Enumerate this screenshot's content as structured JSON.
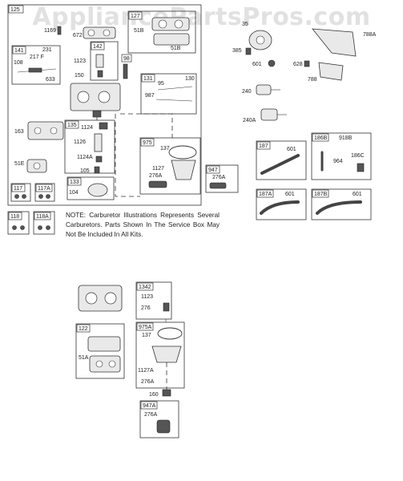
{
  "watermark": "AppliancePartsPros.com",
  "note": "NOTE: Carburetor Illustrations Represents Several Carburetors. Parts Shown In The Service Box May Not Be Included In All Kits.",
  "labels": {
    "l125": "125",
    "l1169": "1169",
    "l672": "672",
    "l127": "127",
    "l51B_a": "51B",
    "l51B_b": "51B",
    "l141": "141",
    "l231": "231",
    "l217F": "217 F",
    "l108": "108",
    "l633": "633",
    "l142": "142",
    "l1123": "1123",
    "l150": "150",
    "l98": "98",
    "l131": "131",
    "l95": "95",
    "l130": "130",
    "l987": "987",
    "l163": "163",
    "l135": "135",
    "l1124": "1124",
    "l1126": "1126",
    "l1124A": "1124A",
    "l51E": "51E",
    "l105": "105",
    "l133": "133",
    "l104": "104",
    "l975": "975",
    "l137": "137",
    "l1127": "1127",
    "l276A": "276A",
    "l947": "947",
    "l276A_b": "276A",
    "l117": "117",
    "l117A": "117A",
    "l118": "118",
    "l118A": "118A",
    "l35": "35",
    "l788A": "788A",
    "l385": "385",
    "l601": "601",
    "l628": "628",
    "l788": "788",
    "l240": "240",
    "l240A": "240A",
    "l187": "187",
    "l601_b": "601",
    "l186B": "186B",
    "l918B": "918B",
    "l964": "964",
    "l186C": "186C",
    "l187A": "187A",
    "l601_c": "601",
    "l187B": "187B",
    "l601_d": "601",
    "l1342": "1342",
    "l1123_b": "1123",
    "l276": "276",
    "l122": "122",
    "l51A": "51A",
    "l975A": "975A",
    "l137_b": "137",
    "l1127A": "1127A",
    "l276A_c": "276A",
    "l160": "160",
    "l947A": "947A",
    "l276A_d": "276A"
  }
}
